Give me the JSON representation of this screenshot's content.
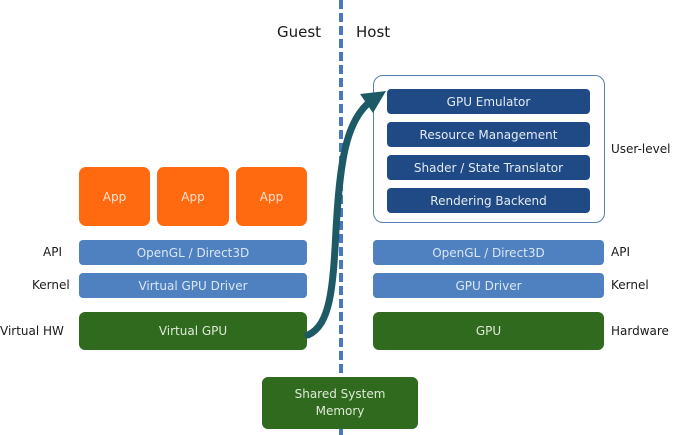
{
  "headers": {
    "guest": "Guest",
    "host": "Host"
  },
  "guest": {
    "apps": [
      "App",
      "App",
      "App"
    ],
    "api": {
      "label": "API",
      "box": "OpenGL / Direct3D"
    },
    "kernel": {
      "label": "Kernel",
      "box": "Virtual GPU Driver"
    },
    "hw": {
      "label": "Virtual HW",
      "box": "Virtual GPU"
    }
  },
  "host": {
    "userlevel": {
      "label": "User-level",
      "components": [
        "GPU Emulator",
        "Resource Management",
        "Shader / State Translator",
        "Rendering Backend"
      ]
    },
    "api": {
      "label": "API",
      "box": "OpenGL / Direct3D"
    },
    "kernel": {
      "label": "Kernel",
      "box": "GPU Driver"
    },
    "hw": {
      "label": "Hardware",
      "box": "GPU"
    }
  },
  "shared": {
    "box_line1": "Shared System",
    "box_line2": "Memory"
  },
  "colors": {
    "app": "#ff6a10",
    "api_kernel": "#4f81c0",
    "hardware": "#2f6a1f",
    "user_level": "#1f4a85",
    "arrow": "#1d5a66",
    "divider": "#4a78c0"
  }
}
